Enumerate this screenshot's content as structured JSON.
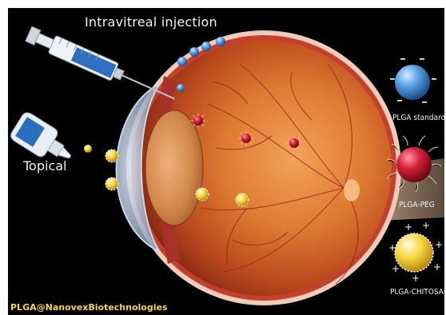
{
  "labels": {
    "intravitreal": "Intravitreal injection",
    "topical": "Topical",
    "plga_standard": "PLGA standard",
    "plga_peg": "PLGA-PEG",
    "plga_chitosan": "PLGA-CHITOSAN",
    "credit": "PLGA@NanovexBiotechnologies"
  },
  "colors": {
    "background": "#000000",
    "retina": "#d9772e",
    "sclera": "#f4d4c0",
    "plga_standard": "#4a90d9",
    "plga_peg": "#d0263a",
    "plga_chitosan": "#f3d23a",
    "credit_text": "#f5d54a"
  },
  "icons": {
    "syringe": "syringe-icon",
    "eye_drop": "eye-drop-bottle-icon"
  }
}
